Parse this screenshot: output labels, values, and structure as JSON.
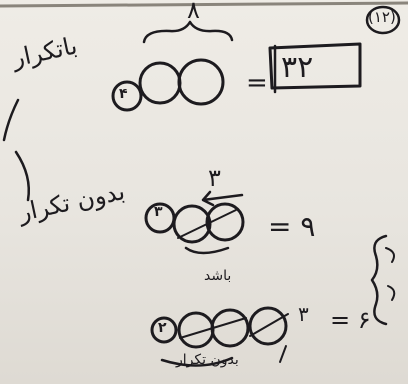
{
  "problem_number": "(۱۲)",
  "top": {
    "brace_number": "۸",
    "label": "باتکرار",
    "circled_digit": "۴",
    "equals": "=",
    "answer": "۳۲"
  },
  "middle": {
    "label": "بدون تکرار",
    "circled_digit": "۳",
    "arrow_number": "۳",
    "equation": "= ۹",
    "under_label": "باشد"
  },
  "bottom": {
    "circled_digit": "۲",
    "superscript": "۳",
    "equation": "= ۶",
    "under_label": "بدون تکرار"
  }
}
